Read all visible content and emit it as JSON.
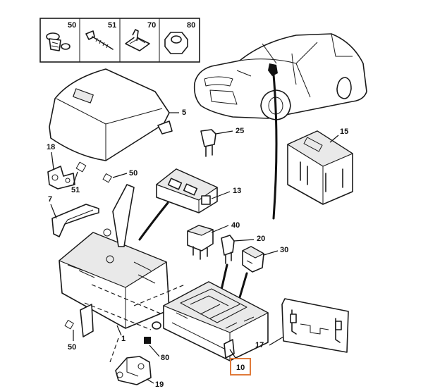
{
  "parts_header": {
    "items": [
      {
        "ref": "50",
        "icon": "push-rivet-icon"
      },
      {
        "ref": "51",
        "icon": "screw-icon"
      },
      {
        "ref": "70",
        "icon": "clip-nut-icon"
      },
      {
        "ref": "80",
        "icon": "hex-nut-icon"
      }
    ]
  },
  "callouts": {
    "c5": "5",
    "c25": "25",
    "c15": "15",
    "c18": "18",
    "c51": "51",
    "c50_top": "50",
    "c13": "13",
    "c7": "7",
    "c40": "40",
    "c20": "20",
    "c30": "30",
    "c17": "17",
    "c50_bottom": "50",
    "c1": "1",
    "c80": "80",
    "c10": "10",
    "c19": "19"
  },
  "highlight": {
    "ref": "10",
    "color": "#e07a3a"
  }
}
